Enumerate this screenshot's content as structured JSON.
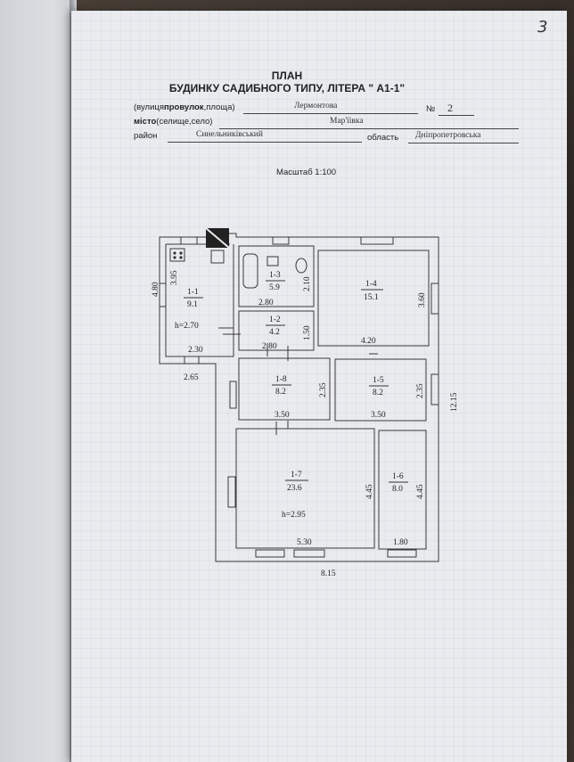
{
  "page_number": "3",
  "header": {
    "title": "ПЛАН",
    "subtitle": "БУДИНКУ САДИБНОГО ТИПУ, ЛІТЕРА \" А1-1\""
  },
  "form": {
    "street_label_pre": "(вулиця",
    "street_label_bold": "провулок",
    "street_label_post": ",площа)",
    "street_value": "Лермонтова",
    "number_label": "№",
    "number_value": "2",
    "city_label_bold": "місто",
    "city_label_post": "(селище,село)",
    "city_value": "Мар'їівка",
    "district_label": "район",
    "district_value": "Синельниківський",
    "region_label": "область",
    "region_value": "Дніпропетровська"
  },
  "scale_text": "Масштаб 1:100",
  "rooms": [
    {
      "id": "1-1",
      "area": "9.1"
    },
    {
      "id": "1-2",
      "area": "4.2"
    },
    {
      "id": "1-3",
      "area": "5.9"
    },
    {
      "id": "1-4",
      "area": "15.1"
    },
    {
      "id": "1-5",
      "area": "8.2"
    },
    {
      "id": "1-6",
      "area": "8.0"
    },
    {
      "id": "1-7",
      "area": "23.6"
    },
    {
      "id": "1-8",
      "area": "8.2"
    }
  ],
  "heights": {
    "room_1_1": "h=2.70",
    "room_1_7": "h=2.95"
  },
  "dimensions": {
    "d_480": "4.80",
    "d_395": "3.95",
    "d_230": "2.30",
    "d_265": "2.65",
    "d_280a": "2.80",
    "d_280b": "2.80",
    "d_210": "2.10",
    "d_150": "1.50",
    "d_360": "3.60",
    "d_420": "4.20",
    "d_235a": "2.35",
    "d_235b": "2.35",
    "d_350a": "3.50",
    "d_350b": "3.50",
    "d_1215": "12.15",
    "d_445a": "4.45",
    "d_445b": "4.45",
    "d_530": "5.30",
    "d_180": "1.80",
    "d_815": "8.15"
  }
}
